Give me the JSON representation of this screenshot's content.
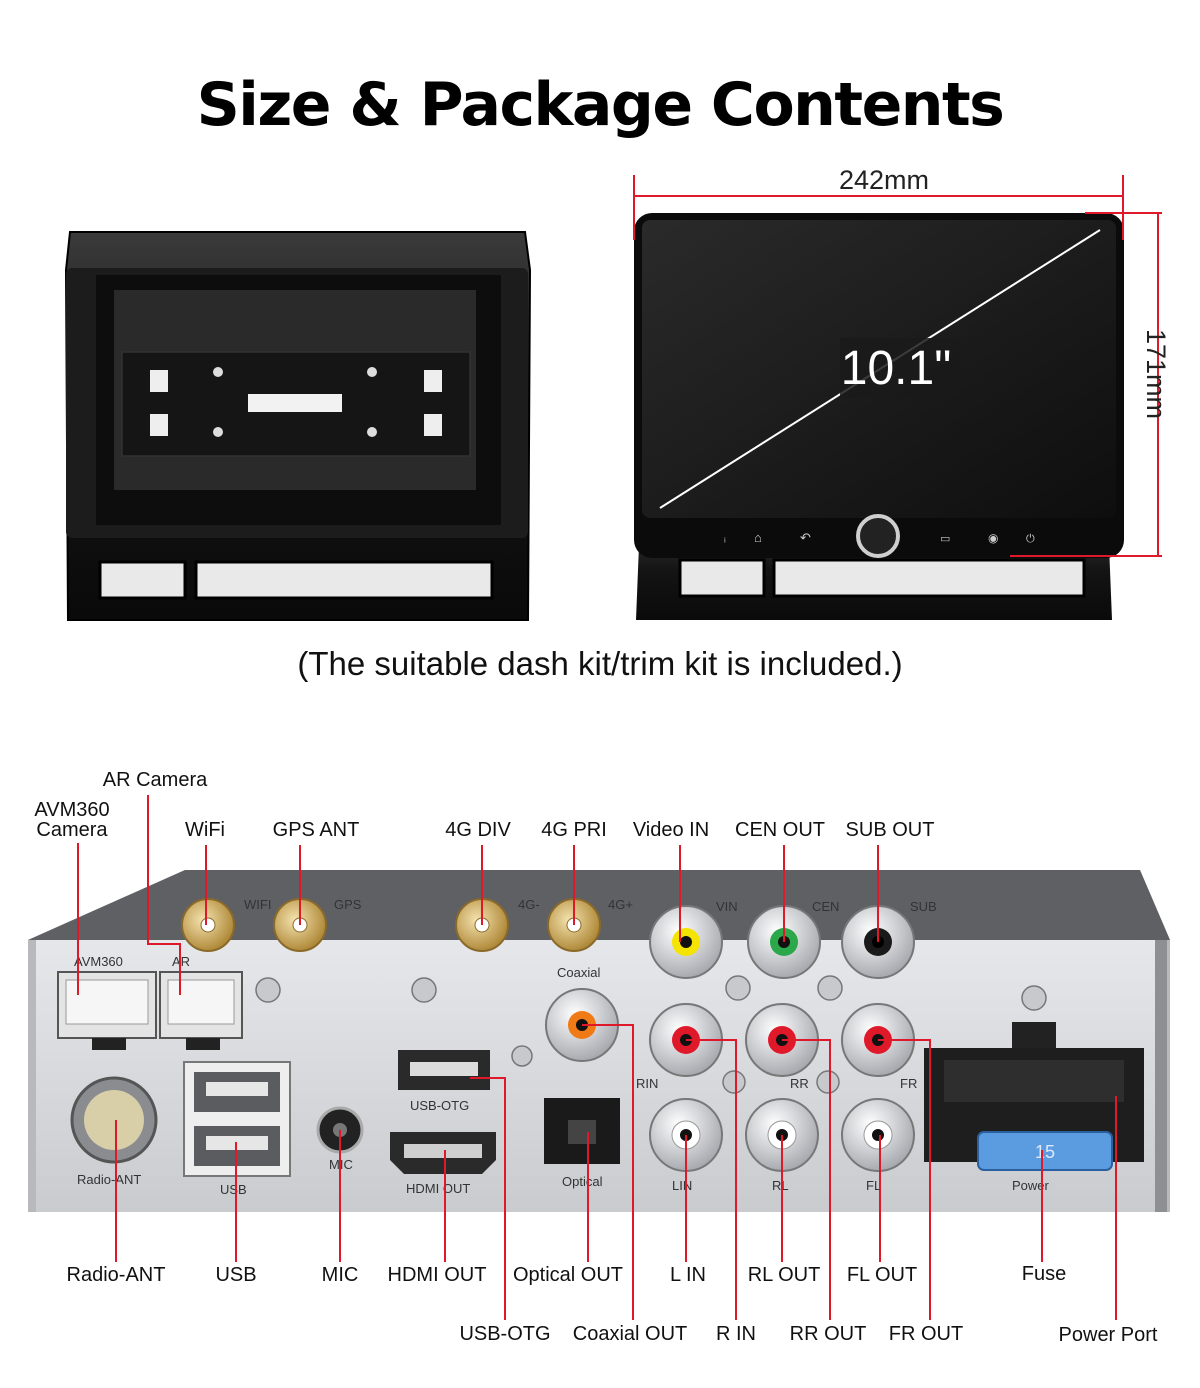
{
  "header": {
    "title": "Size & Package Contents"
  },
  "dimensions": {
    "width": "242mm",
    "height": "171mm",
    "screen_size": "10.1\""
  },
  "caption": "(The suitable dash kit/trim kit is included.)",
  "panel_labels": {
    "wifi": "WIFI",
    "gps": "GPS",
    "g4_minus": "4G-",
    "g4_plus": "4G+",
    "vin": "VIN",
    "cen": "CEN",
    "sub": "SUB",
    "avm360": "AVM360",
    "ar": "AR",
    "coaxial": "Coaxial",
    "rin": "RIN",
    "rr": "RR",
    "fr": "FR",
    "radio_ant": "Radio-ANT",
    "usb": "USB",
    "mic": "MIC",
    "usb_otg": "USB-OTG",
    "hdmi_out": "HDMI OUT",
    "optical": "Optical",
    "lin": "LIN",
    "rl": "RL",
    "fl": "FL",
    "power": "Power",
    "fuse_rating": "15"
  },
  "callouts_top": {
    "ar_camera": "AR Camera",
    "avm360_camera_line1": "AVM360",
    "avm360_camera_line2": "Camera",
    "wifi": "WiFi",
    "gps_ant": "GPS ANT",
    "g4_div": "4G DIV",
    "g4_pri": "4G PRI",
    "video_in": "Video IN",
    "cen_out": "CEN OUT",
    "sub_out": "SUB OUT"
  },
  "callouts_bottom": {
    "radio_ant": "Radio-ANT",
    "usb": "USB",
    "mic": "MIC",
    "hdmi_out": "HDMI OUT",
    "optical_out": "Optical OUT",
    "l_in": "L IN",
    "rl_out": "RL OUT",
    "fl_out": "FL OUT",
    "fuse": "Fuse",
    "usb_otg": "USB-OTG",
    "coaxial_out": "Coaxial OUT",
    "r_in": "R IN",
    "rr_out": "RR OUT",
    "fr_out": "FR OUT",
    "power_port": "Power Port"
  },
  "colors": {
    "callout_line": "#e0192a",
    "trim_black": "#161616",
    "panel_silver": "#d9dadd",
    "gold": "#c9a55a"
  }
}
